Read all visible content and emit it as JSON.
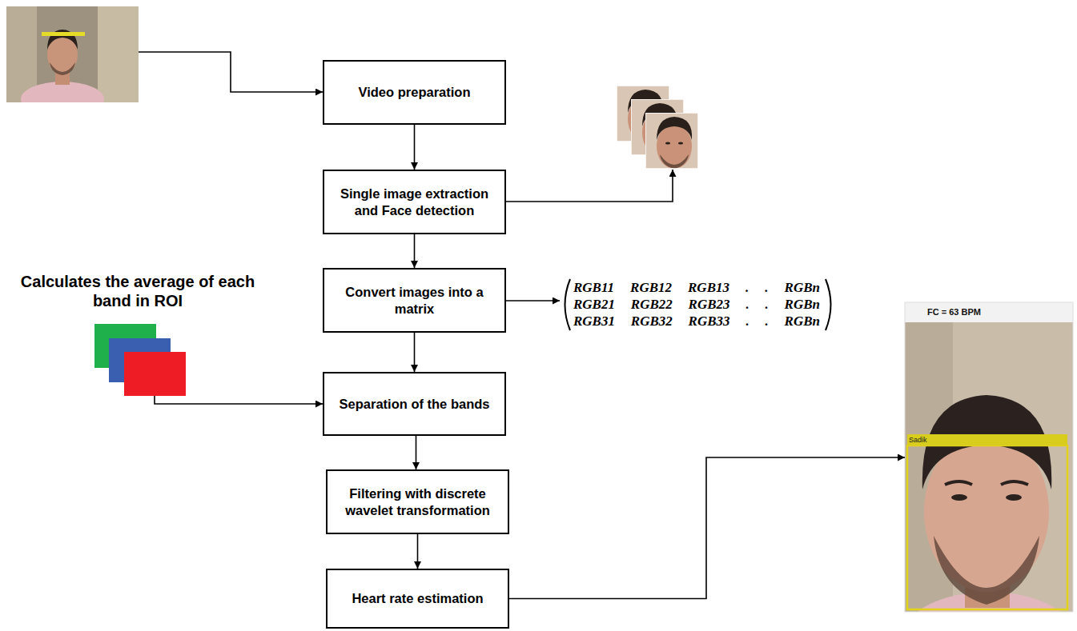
{
  "diagram": {
    "nodes": [
      {
        "text": [
          "Video preparation"
        ]
      },
      {
        "text": [
          "Single image extraction and Face detection"
        ]
      },
      {
        "text": [
          "Convert images into a matrix"
        ]
      },
      {
        "text": [
          "Separation of the bands"
        ]
      },
      {
        "text": [
          "Filtering with discrete wavelet transformation"
        ]
      },
      {
        "text": [
          "Heart rate estimation"
        ]
      },
      {
        "text": [
          "FC = 63 BPM",
          "Sadik"
        ]
      }
    ],
    "edges": [
      {
        "from": 0,
        "to": 1,
        "arrow": "to"
      },
      {
        "from": 1,
        "to": 2,
        "arrow": "to"
      },
      {
        "from": 2,
        "to": 3,
        "arrow": "to"
      },
      {
        "from": 3,
        "to": 4,
        "arrow": "to"
      },
      {
        "from": 4,
        "to": 5,
        "arrow": "to"
      },
      {
        "from": 5,
        "to": 6,
        "arrow": "to"
      }
    ],
    "labels": [
      "Calculates the average of each band in ROI",
      "RGB11 RGB12 RGB13 . . RGBn",
      "RGB21 RGB22 RGB23 . . RGBn",
      "RGB31 RGB32 RGB33 . . RGBn"
    ]
  }
}
